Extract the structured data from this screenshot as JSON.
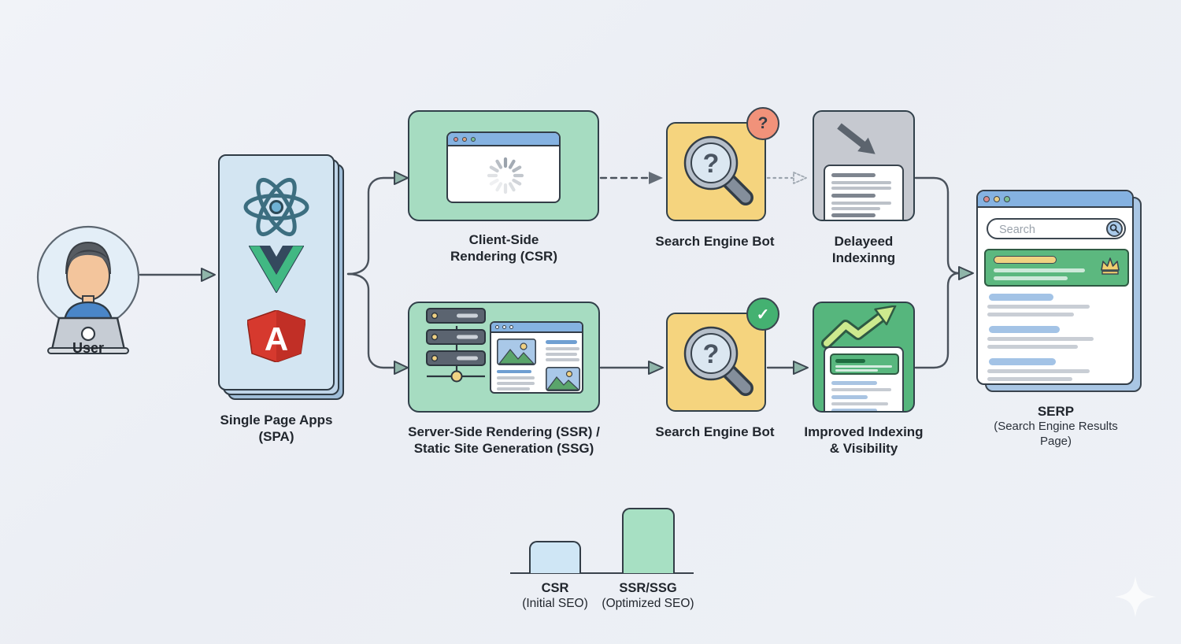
{
  "palette": {
    "background": "#edf0f5",
    "line": "#4a525c",
    "arrowhead_teal": "#8fb5a9",
    "box_green_light": "#a6dcc1",
    "box_yellow": "#f5d47e",
    "box_gray": "#c6c9d0",
    "box_green_deep": "#56b67d",
    "browser_titlebar_blue": "#85b2e1",
    "badge_orange": "#f1927a",
    "badge_green": "#44b171",
    "spa_card_blue": "#d3e5f2",
    "serp_result_blue": "#a3c3e6",
    "crown_yellow": "#f0cf6f"
  },
  "nodes": {
    "user": {
      "label": "User",
      "icon": "person-at-laptop-icon"
    },
    "spa": {
      "lines": [
        "Single Page Apps",
        "(SPA)"
      ],
      "icons": [
        "react-logo",
        "vue-logo",
        "angular-logo"
      ]
    },
    "csr": {
      "lines": [
        "Client-Side",
        "Rendering (CSR)"
      ],
      "icon": "browser-loading-spinner"
    },
    "bot_top": {
      "label": "Search Engine Bot",
      "badge": "?",
      "icon": "magnifier-question-icon"
    },
    "delayed": {
      "lines": [
        "Delayeed",
        "Indexinng"
      ],
      "icon": "down-right-arrow-over-document"
    },
    "ssr": {
      "lines": [
        "Server-Side Rendering (SSR) /",
        "Static Site Generation (SSG)"
      ],
      "icon": "server-stack-and-rendered-page"
    },
    "bot_bottom": {
      "label": "Search Engine Bot",
      "badge": "✓",
      "icon": "magnifier-question-icon"
    },
    "improved": {
      "lines": [
        "Improved Indexing",
        "& Visibility"
      ],
      "icon": "growth-arrow-over-document"
    },
    "serp": {
      "lines": [
        "SERP",
        "(Search Engine Results Page)"
      ],
      "search_placeholder": "Search",
      "icon": "search-results-window"
    }
  },
  "chart_data": {
    "type": "bar",
    "title": "",
    "xlabel": "",
    "ylabel": "",
    "categories": [
      "CSR",
      "SSR/SSG"
    ],
    "category_sublabels": [
      "(Initial SEO)",
      "(Optimized SEO)"
    ],
    "values": [
      41,
      83
    ],
    "value_note": "relative bar heights in px; no numeric axis shown",
    "colors": [
      "#cfe6f5",
      "#a7e0c3"
    ],
    "legend": "none",
    "grid": "off"
  }
}
